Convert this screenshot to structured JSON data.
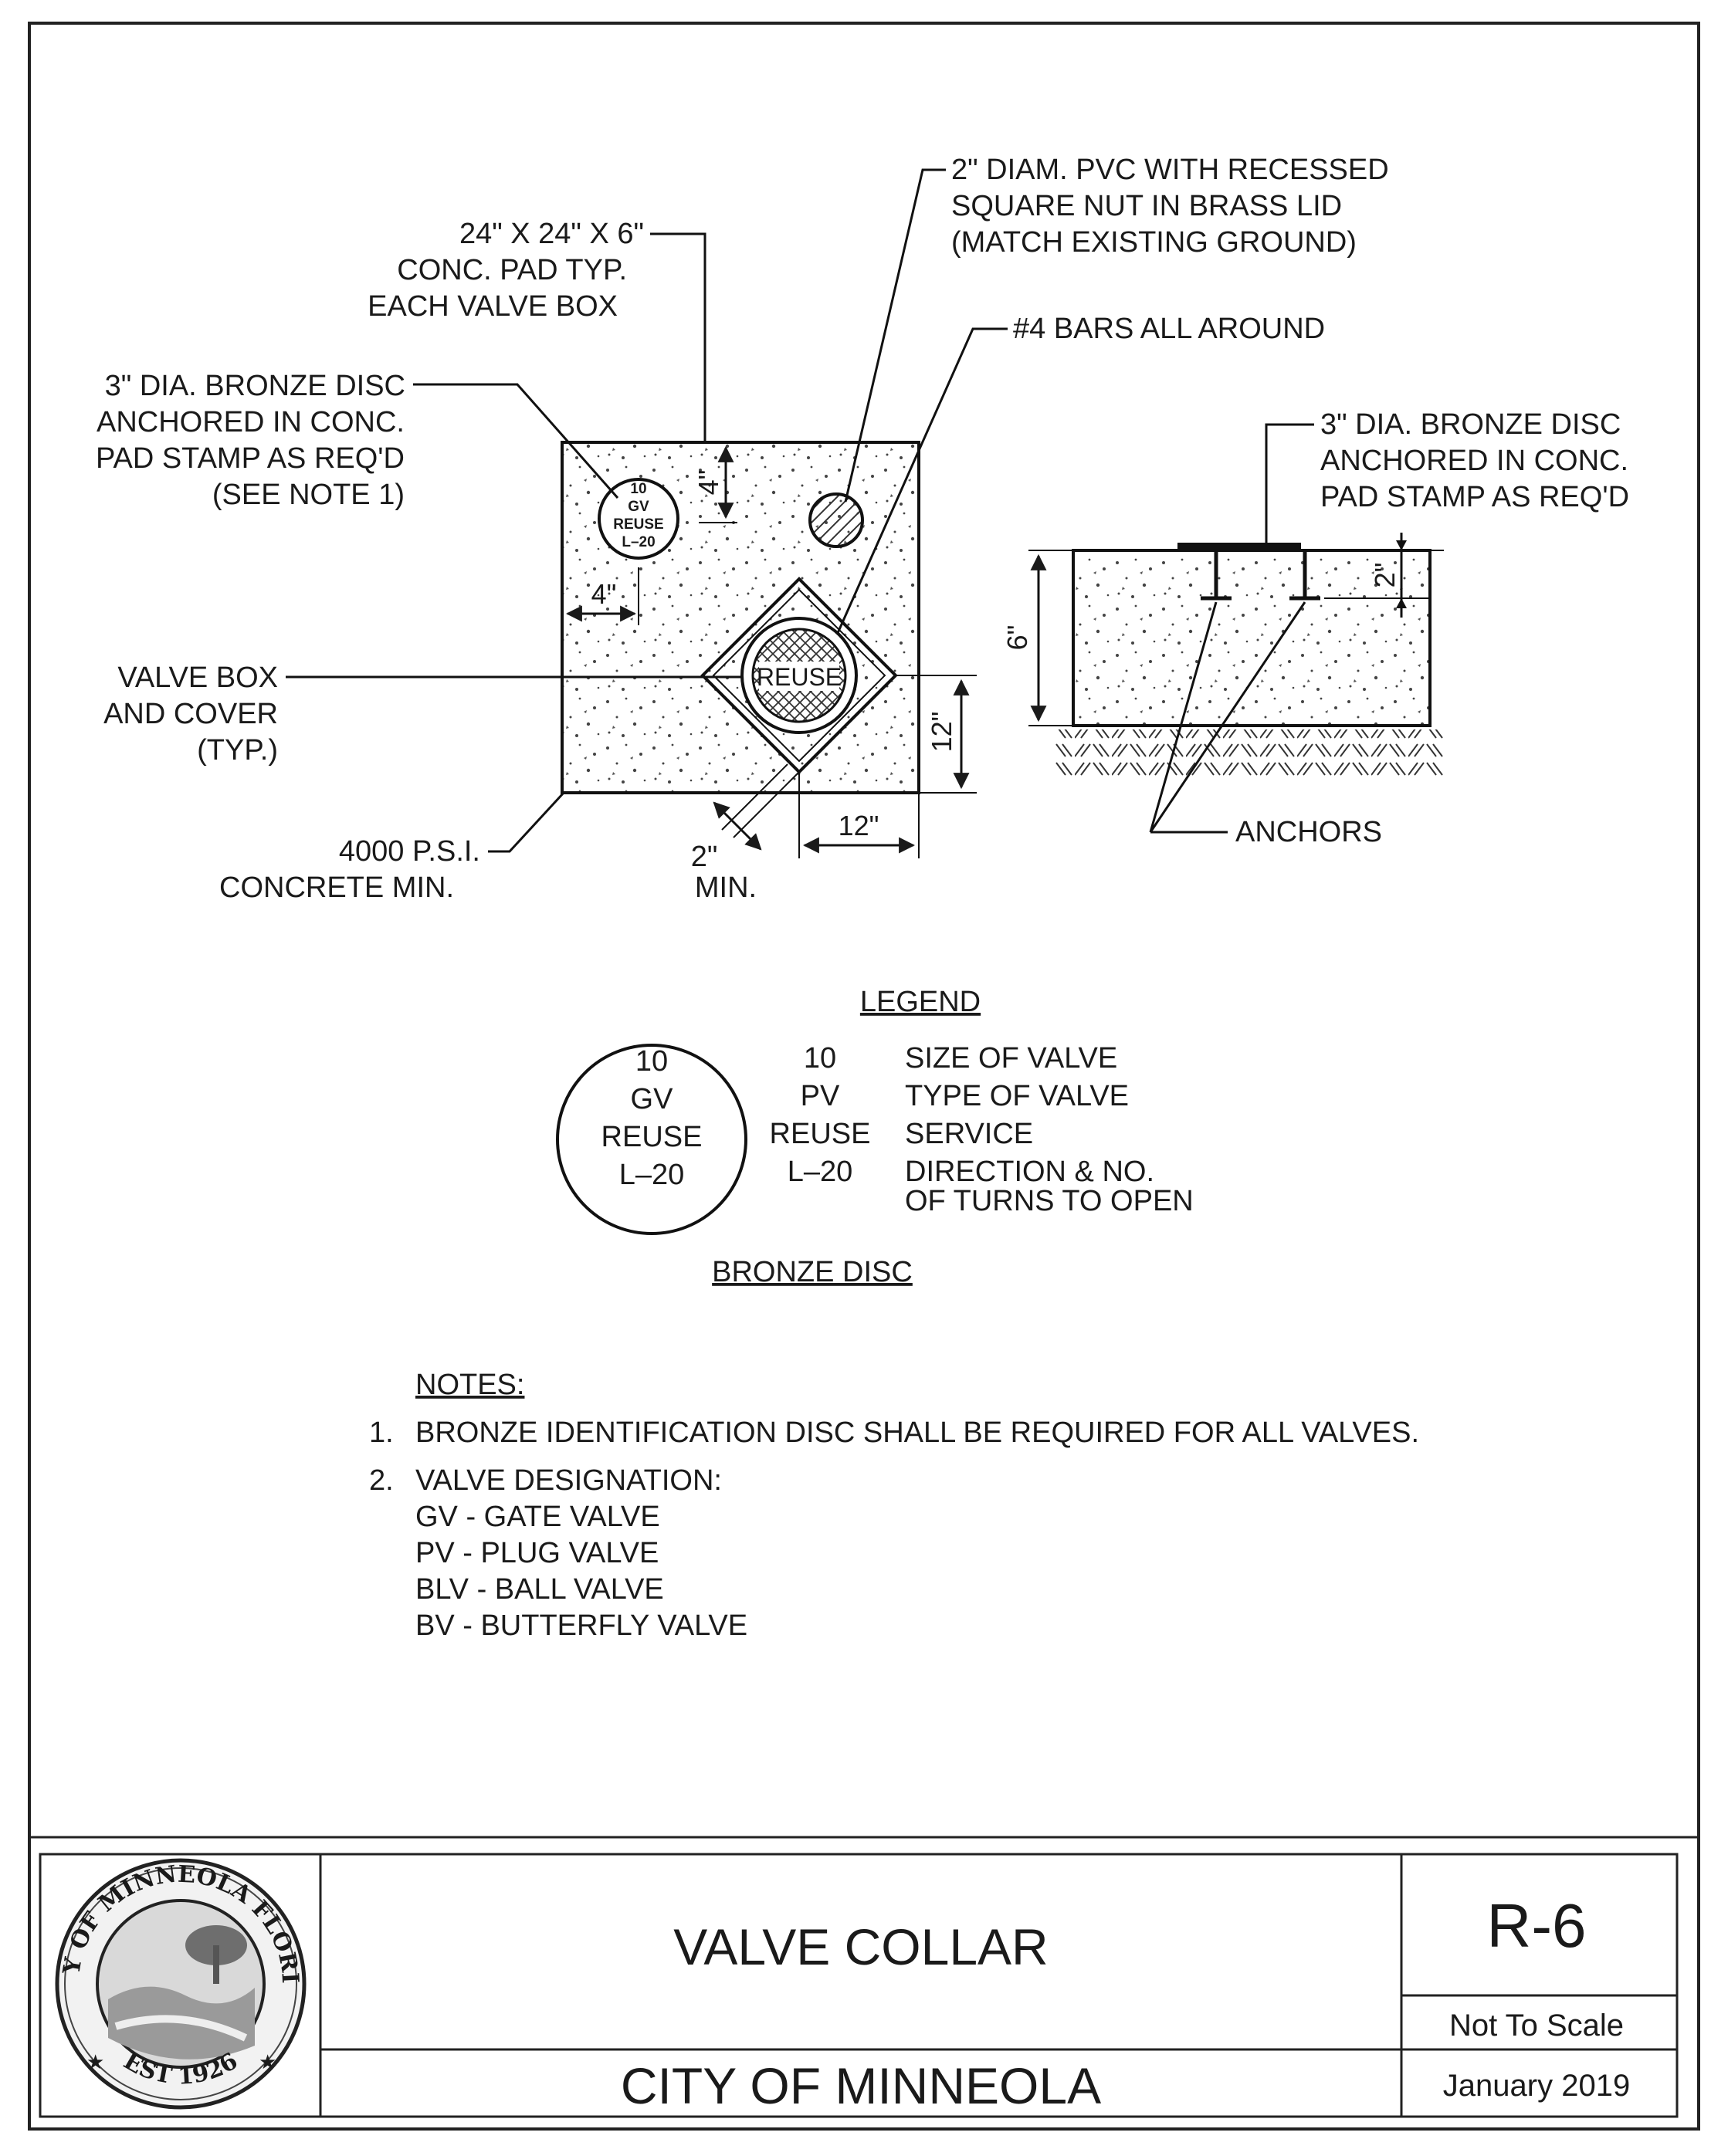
{
  "callouts": {
    "pad": [
      "24\" X 24\" X 6\"",
      "CONC. PAD TYP.",
      "EACH VALVE BOX"
    ],
    "pvc": [
      "2\" DIAM. PVC WITH RECESSED",
      "SQUARE NUT IN BRASS LID",
      "(MATCH EXISTING GROUND)"
    ],
    "bars": "#4 BARS ALL AROUND",
    "disc_plan": [
      "3\" DIA. BRONZE DISC",
      "ANCHORED IN CONC.",
      "PAD STAMP AS REQ'D",
      "(SEE NOTE 1)"
    ],
    "disc_section": [
      "3\" DIA. BRONZE DISC",
      "ANCHORED IN CONC.",
      "PAD STAMP AS REQ'D"
    ],
    "valve_box": [
      "VALVE BOX",
      "AND COVER",
      "(TYP.)"
    ],
    "concrete": [
      "4000 P.S.I.",
      "CONCRETE MIN."
    ],
    "min_clear": [
      "2\"",
      "MIN."
    ],
    "anchors": "ANCHORS"
  },
  "dimensions": {
    "disc_top": "4\"",
    "disc_side": "4\"",
    "box_vertical": "12\"",
    "box_horizontal": "12\"",
    "pad_depth": "6\"",
    "anchor_depth": "2\""
  },
  "plan_disc": [
    "10",
    "GV",
    "REUSE",
    "L–20"
  ],
  "cover_label": "REUSE",
  "legend": {
    "title": "LEGEND",
    "disc": [
      "10",
      "GV",
      "REUSE",
      "L–20"
    ],
    "rows": [
      {
        "code": "10",
        "desc": "SIZE OF VALVE"
      },
      {
        "code": "PV",
        "desc": "TYPE OF VALVE"
      },
      {
        "code": "REUSE",
        "desc": "SERVICE"
      },
      {
        "code": "L–20",
        "desc": "DIRECTION & NO."
      }
    ],
    "row_extra": "OF TURNS TO OPEN",
    "caption": "BRONZE DISC"
  },
  "notes": {
    "title": "NOTES:",
    "note1_num": "1.",
    "note1": "BRONZE IDENTIFICATION DISC SHALL BE REQUIRED FOR ALL VALVES.",
    "note2_num": "2.",
    "note2": "VALVE DESIGNATION:",
    "designations": [
      "GV - GATE VALVE",
      "PV - PLUG VALVE",
      "BLV - BALL VALVE",
      "BV - BUTTERFLY VALVE"
    ]
  },
  "title_block": {
    "drawing_title": "VALVE COLLAR",
    "agency": "CITY OF MINNEOLA",
    "sheet_number": "R-6",
    "scale": "Not To Scale",
    "date": "January 2019",
    "seal_text_top": "CITY OF MINNEOLA FLORIDA",
    "seal_text_bottom": "EST 1926"
  }
}
